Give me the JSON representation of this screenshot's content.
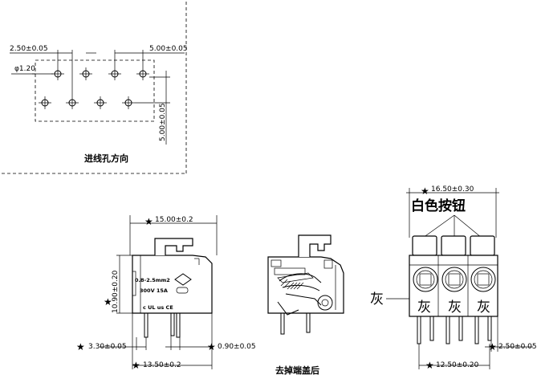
{
  "hole_layout": {
    "pitch_label": "2.50±0.05",
    "span_label": "5.00±0.05",
    "hole_dia_label": "φ1.20",
    "row_gap_label": "5.00±0.05",
    "caption": "进线孔方向"
  },
  "front_view": {
    "width_label": "15.00±0.2",
    "height_label": "10.90±0.20",
    "pin_offset_label": "3.30±0.05",
    "pin_width_label": "0.90±0.05",
    "base_width_label": "13.50±0.2",
    "wire_range_text": "0.8-2.5mm2",
    "rating_text": "300V 15A",
    "cert_text": "c UL us CE"
  },
  "side_view": {
    "caption": "去掉端盖后"
  },
  "end_view": {
    "overall_label": "16.50±0.30",
    "button_label": "白色按钮",
    "body_color_label": "灰",
    "slot_labels": [
      "灰",
      "灰",
      "灰"
    ],
    "pitch_label": "12.50±0.20",
    "pin_pitch_label": "2.50±0.05"
  },
  "marker_symbol": "★"
}
